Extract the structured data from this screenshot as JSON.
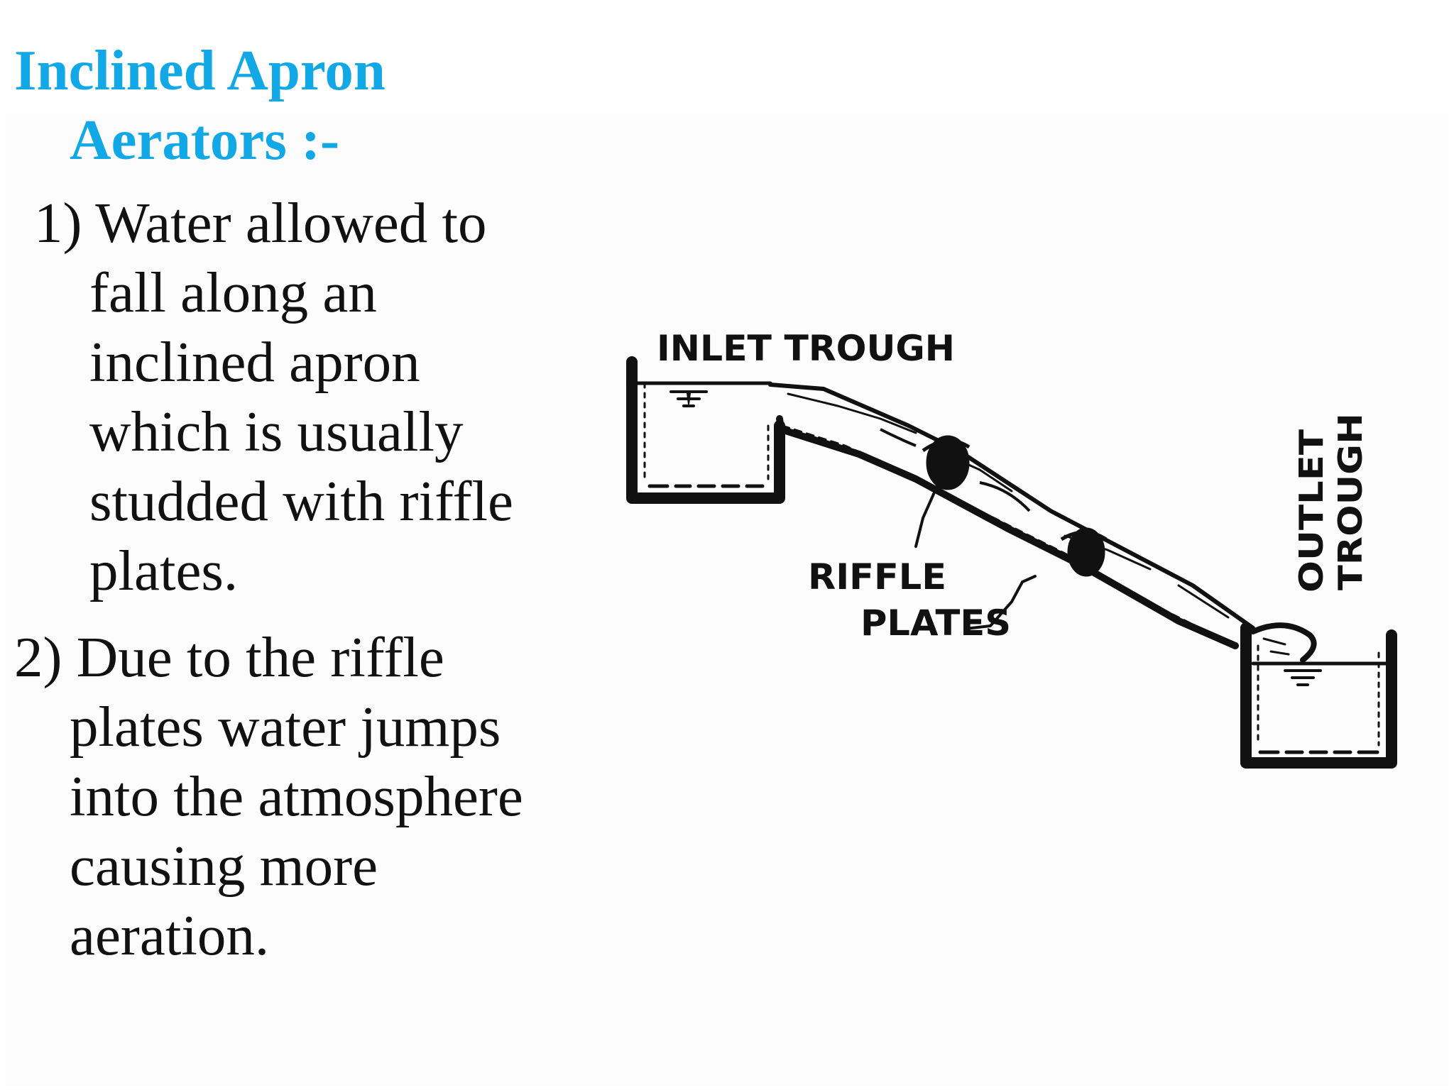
{
  "title": {
    "line1": "Inclined Apron",
    "line2": "Aerators :-"
  },
  "points": [
    {
      "first": "1) Water allowed to",
      "rest": [
        "fall along an",
        "inclined apron",
        "which is usually",
        "studded with riffle",
        "plates."
      ]
    },
    {
      "first": "2) Due to the riffle",
      "rest": [
        "plates water jumps",
        "into the atmosphere",
        "causing more",
        "aeration."
      ]
    }
  ],
  "diagram": {
    "inlet_label": "INLET TROUGH",
    "riffle_label_1": "RIFFLE",
    "riffle_label_2": "PLATES",
    "outlet_label_1": "OUTLET",
    "outlet_label_2": "TROUGH"
  },
  "colors": {
    "title": "#12a8e6",
    "text": "#111111"
  }
}
